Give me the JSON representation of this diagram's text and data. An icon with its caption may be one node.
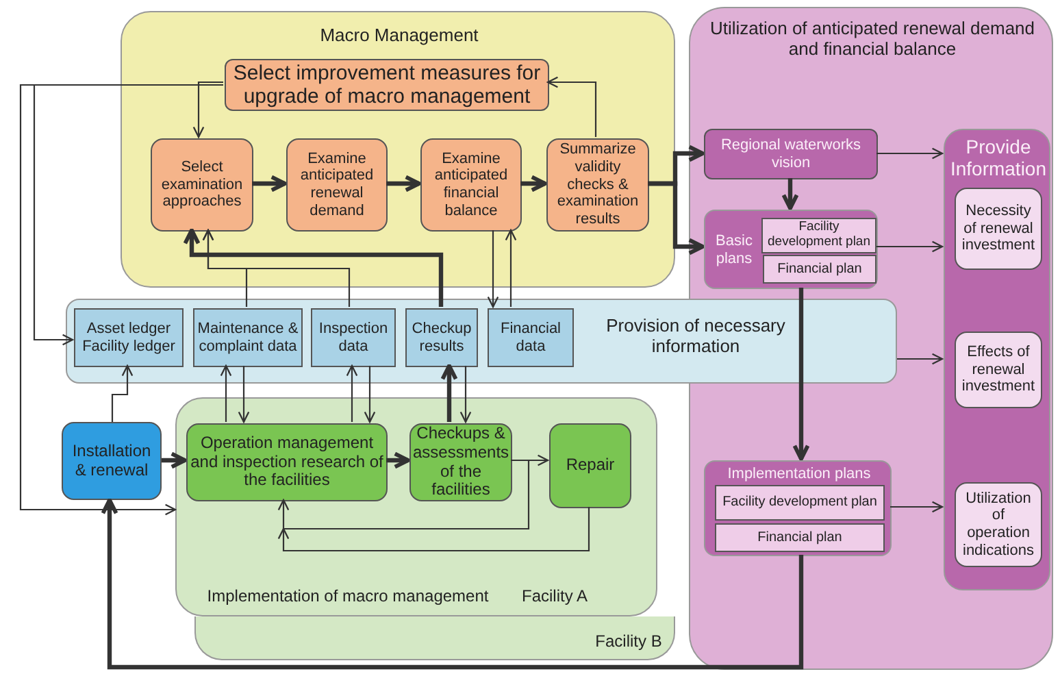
{
  "diagram": {
    "nodes": [
      {
        "text": [
          "Macro Management"
        ]
      },
      {
        "text": [
          "Select improvement measures for upgrade of macro management"
        ],
        "in": 0
      },
      {
        "text": [
          "Select examination approaches"
        ],
        "in": 0
      },
      {
        "text": [
          "Examine anticipated renewal demand"
        ],
        "in": 0
      },
      {
        "text": [
          "Examine anticipated financial balance"
        ],
        "in": 0
      },
      {
        "text": [
          "Summarize validity checks & examination results"
        ],
        "in": 0
      },
      {
        "text": [
          "Provision of necessary information"
        ]
      },
      {
        "text": [
          "Asset ledger Facility ledger"
        ],
        "in": 6
      },
      {
        "text": [
          "Maintenance & complaint data"
        ],
        "in": 6
      },
      {
        "text": [
          "Inspection data"
        ],
        "in": 6
      },
      {
        "text": [
          "Checkup results"
        ],
        "in": 6
      },
      {
        "text": [
          "Financial data"
        ],
        "in": 6
      },
      {
        "text": [
          "Utilization of anticipated renewal demand and financial balance"
        ]
      },
      {
        "text": [
          "Regional waterworks vision"
        ],
        "in": 12
      },
      {
        "text": [
          "Basic plans"
        ],
        "in": 12
      },
      {
        "text": [
          "Facility development plan"
        ],
        "in": 14
      },
      {
        "text": [
          "Financial  plan"
        ],
        "in": 14
      },
      {
        "text": [
          "Implementation plans"
        ],
        "in": 12
      },
      {
        "text": [
          "Facility development plan"
        ],
        "in": 17
      },
      {
        "text": [
          "Financial  plan"
        ],
        "in": 17
      },
      {
        "text": [
          "Provide Information"
        ],
        "in": 12
      },
      {
        "text": [
          "Necessity of renewal investment"
        ],
        "in": 20
      },
      {
        "text": [
          "Effects of renewal investment"
        ],
        "in": 20
      },
      {
        "text": [
          "Utilization of operation indications"
        ],
        "in": 20
      },
      {
        "text": [
          "Installation & renewal"
        ]
      },
      {
        "text": [
          "Implementation of macro management",
          "Facility A"
        ]
      },
      {
        "text": [
          "Operation management and inspection research of the facilities"
        ],
        "in": 25
      },
      {
        "text": [
          "Checkups & assessments of the facilities"
        ],
        "in": 25
      },
      {
        "text": [
          "Repair"
        ],
        "in": 25
      },
      {
        "text": [
          "Facility B"
        ]
      }
    ],
    "edges": [
      {
        "from": 1,
        "to": 2,
        "arrow": "to"
      },
      {
        "from": 5,
        "to": 1,
        "arrow": "to"
      },
      {
        "from": 2,
        "to": 3,
        "arrow": "to",
        "style": "thick"
      },
      {
        "from": 3,
        "to": 4,
        "arrow": "to",
        "style": "thick"
      },
      {
        "from": 4,
        "to": 5,
        "arrow": "to",
        "style": "thick"
      },
      {
        "from": 5,
        "to": 13,
        "arrow": "to",
        "style": "thick"
      },
      {
        "from": 5,
        "to": 14,
        "arrow": "to",
        "style": "thick"
      },
      {
        "from": 13,
        "to": 14,
        "arrow": "to",
        "style": "thick"
      },
      {
        "from": 13,
        "to": 20,
        "arrow": "to"
      },
      {
        "from": 14,
        "to": 20,
        "arrow": "to"
      },
      {
        "from": 6,
        "to": 20,
        "arrow": "to"
      },
      {
        "from": 14,
        "to": 17,
        "arrow": "to",
        "style": "thick"
      },
      {
        "from": 17,
        "to": 20,
        "arrow": "to"
      },
      {
        "from": 17,
        "to": 24,
        "arrow": "to",
        "style": "thick"
      },
      {
        "from": 1,
        "to": 7,
        "arrow": "to"
      },
      {
        "from": 1,
        "to": 25,
        "arrow": "to"
      },
      {
        "from": 8,
        "to": 2,
        "arrow": "to"
      },
      {
        "from": 9,
        "to": 2,
        "arrow": "to"
      },
      {
        "from": 10,
        "to": 2,
        "arrow": "to",
        "style": "thick"
      },
      {
        "from": 4,
        "to": 11,
        "arrow": "to"
      },
      {
        "from": 11,
        "to": 4,
        "arrow": "to"
      },
      {
        "from": 24,
        "to": 7,
        "arrow": "to"
      },
      {
        "from": 24,
        "to": 26,
        "arrow": "to",
        "style": "thick"
      },
      {
        "from": 26,
        "to": 8,
        "arrow": "to"
      },
      {
        "from": 8,
        "to": 26,
        "arrow": "to"
      },
      {
        "from": 26,
        "to": 9,
        "arrow": "to"
      },
      {
        "from": 9,
        "to": 26,
        "arrow": "to"
      },
      {
        "from": 26,
        "to": 27,
        "arrow": "to",
        "style": "thick"
      },
      {
        "from": 27,
        "to": 10,
        "arrow": "to",
        "style": "thick"
      },
      {
        "from": 10,
        "to": 27,
        "arrow": "to"
      },
      {
        "from": 27,
        "to": 28,
        "arrow": "to"
      },
      {
        "from": 27,
        "to": 26,
        "arrow": "to"
      },
      {
        "from": 28,
        "to": 26,
        "arrow": "to"
      }
    ]
  }
}
